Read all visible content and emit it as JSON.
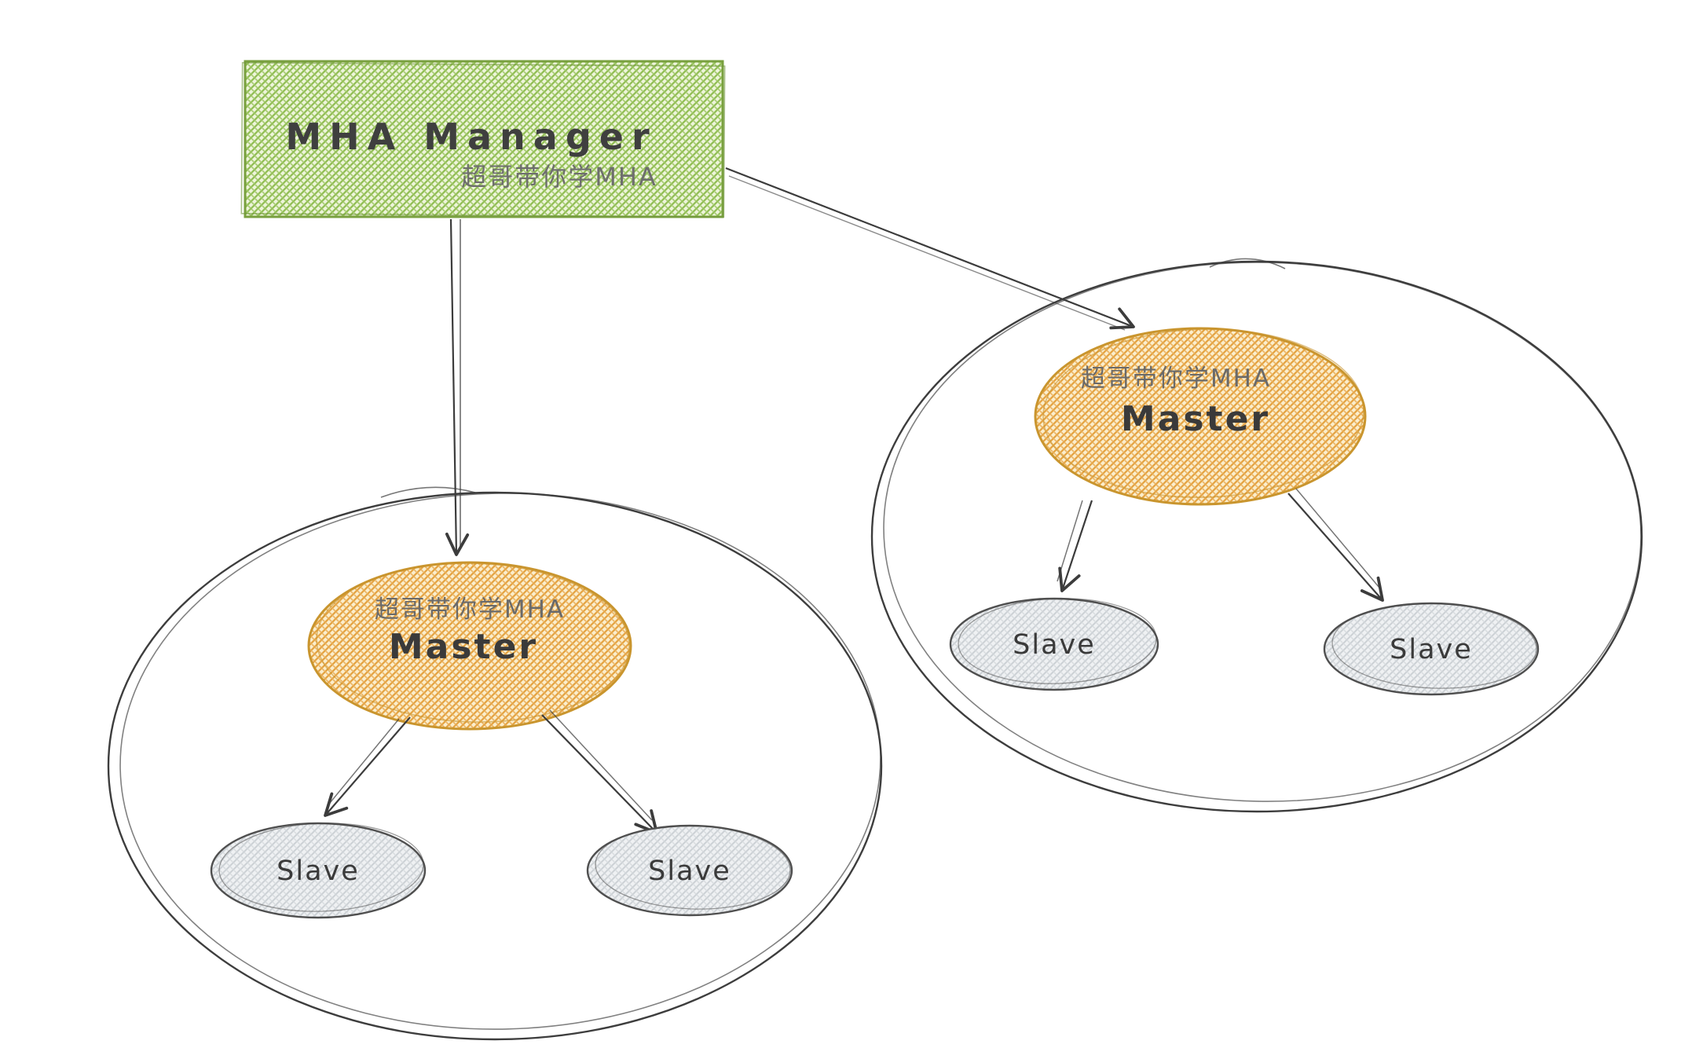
{
  "diagram": {
    "title_hint": "MHA replication topology sketch",
    "manager": {
      "title": "MHA  Manager",
      "subtitle": "超哥带你学MHA"
    },
    "cluster_left": {
      "master": {
        "label": "Master",
        "watermark": "超哥带你学MHA"
      },
      "slaves": [
        {
          "label": "Slave"
        },
        {
          "label": "Slave"
        }
      ]
    },
    "cluster_right": {
      "master": {
        "label": "Master",
        "watermark": "超哥带你学MHA"
      },
      "slaves": [
        {
          "label": "Slave"
        },
        {
          "label": "Slave"
        }
      ]
    },
    "colors": {
      "manager_fill_hatch": "#92bf55",
      "manager_stroke": "#79a03f",
      "master_fill_hatch": "#e5a443",
      "master_stroke": "#c9952e",
      "slave_fill_hatch": "#cdd2d6",
      "slave_stroke": "#4f4f4f",
      "ink": "#3c3c3c",
      "background": "#ffffff"
    }
  }
}
